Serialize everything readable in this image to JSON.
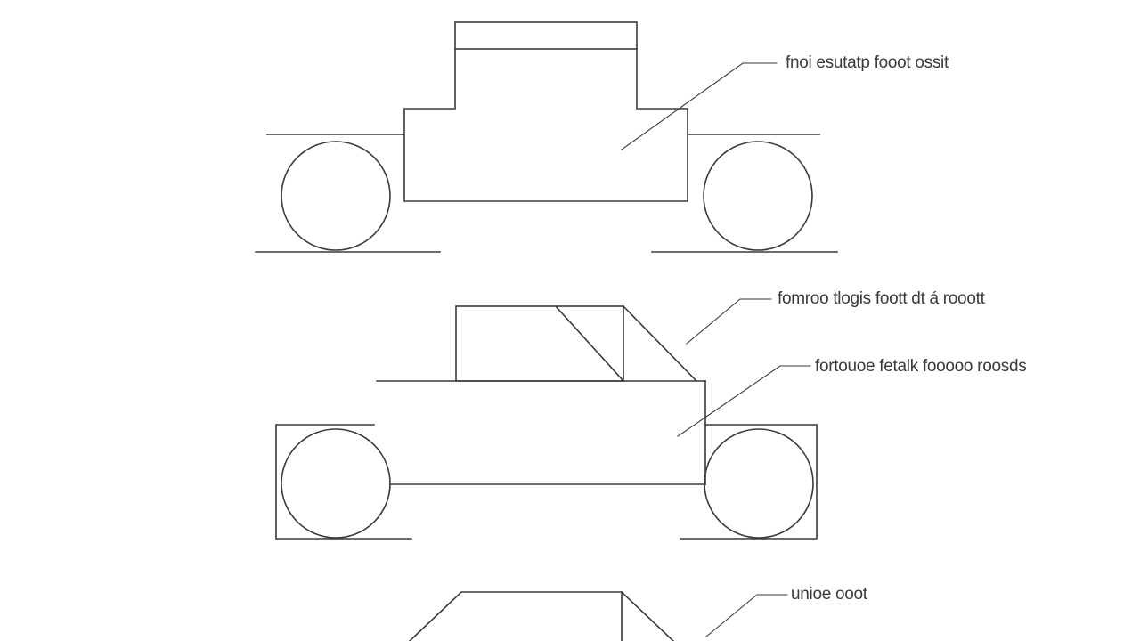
{
  "diagram": {
    "stroke_color": "#3a3a3a",
    "background_color": "#ffffff",
    "callouts": [
      {
        "text": "fnoi esutatp fooot ossit"
      },
      {
        "text": "fomroo tlogis foott dt á rooott"
      },
      {
        "text": "fortouoe fetalk fooooo roosds"
      },
      {
        "text": "unioe ooot"
      }
    ]
  }
}
